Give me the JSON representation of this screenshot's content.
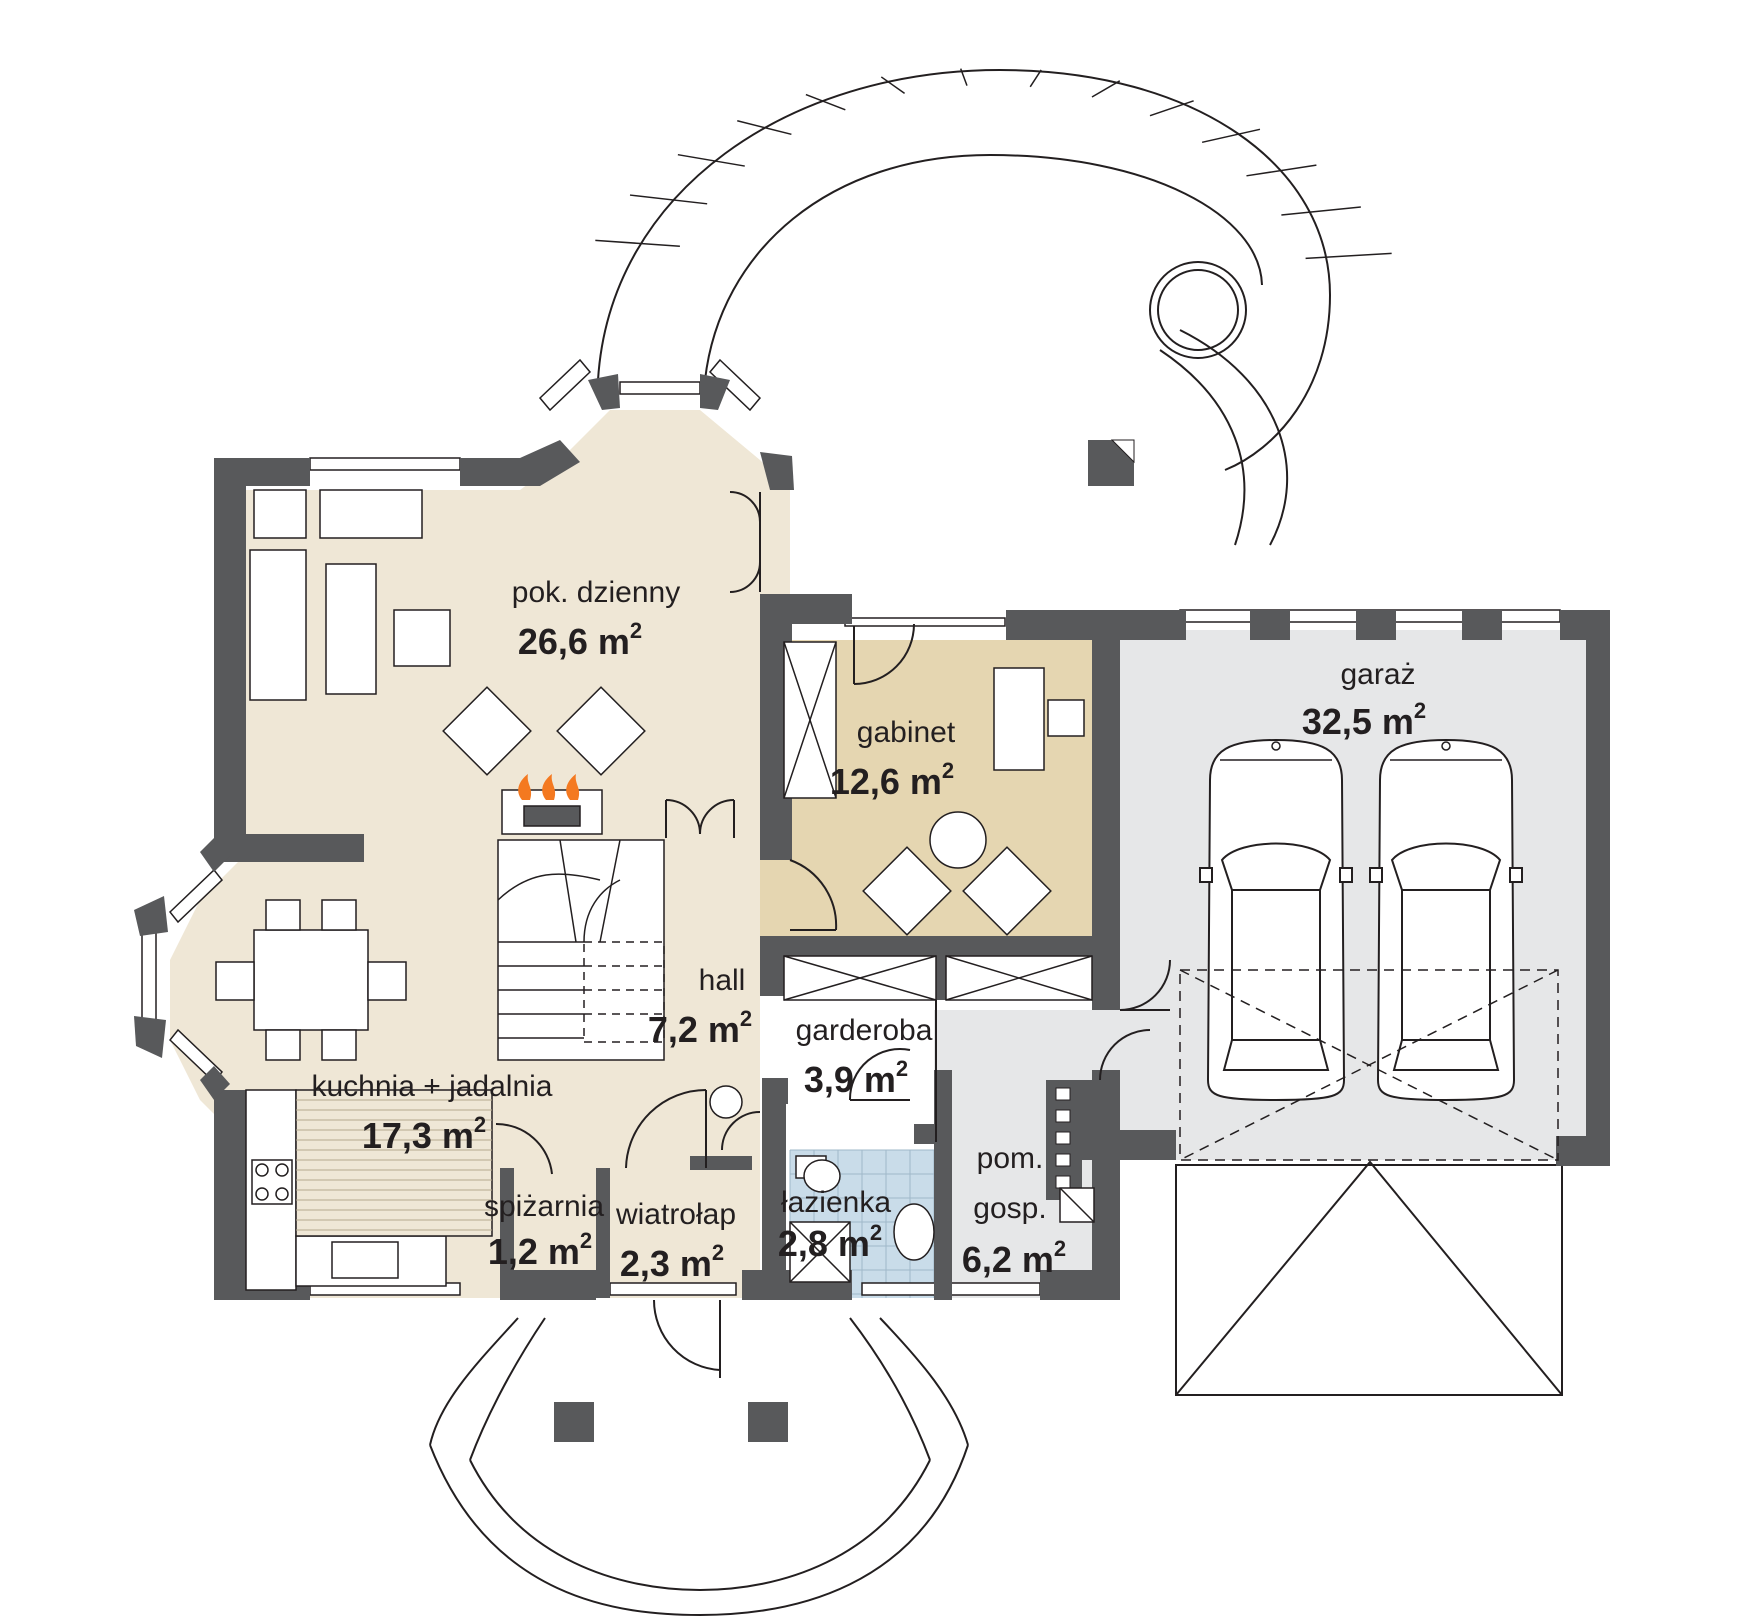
{
  "rooms": {
    "living": {
      "name": "pok. dzienny",
      "area": "26,6 m",
      "unit_exp": "2"
    },
    "study": {
      "name": "gabinet",
      "area": "12,6 m",
      "unit_exp": "2"
    },
    "garage": {
      "name": "garaż",
      "area": "32,5 m",
      "unit_exp": "2"
    },
    "hall": {
      "name": "hall",
      "area": "7,2 m",
      "unit_exp": "2"
    },
    "wardrobe": {
      "name": "garderoba",
      "area": "3,9 m",
      "unit_exp": "2"
    },
    "kitchen": {
      "name": "kuchnia + jadalnia",
      "area": "17,3 m",
      "unit_exp": "2"
    },
    "pantry": {
      "name": "spiżarnia",
      "area": "1,2 m",
      "unit_exp": "2"
    },
    "vestibule": {
      "name": "wiatrołap",
      "area": "2,3 m",
      "unit_exp": "2"
    },
    "bathroom": {
      "name": "łazienka",
      "area": "2,8 m",
      "unit_exp": "2"
    },
    "utility": {
      "name_line1": "pom.",
      "name_line2": "gosp.",
      "area": "6,2 m",
      "unit_exp": "2"
    }
  },
  "colors": {
    "wall": "#58595b",
    "living_floor": "#efe7d6",
    "study_floor": "#e5d6b1",
    "garage_floor": "#e6e7e8",
    "bathroom_tile": "#c9dce9",
    "outline": "#231f20",
    "fire": "#f47920"
  }
}
